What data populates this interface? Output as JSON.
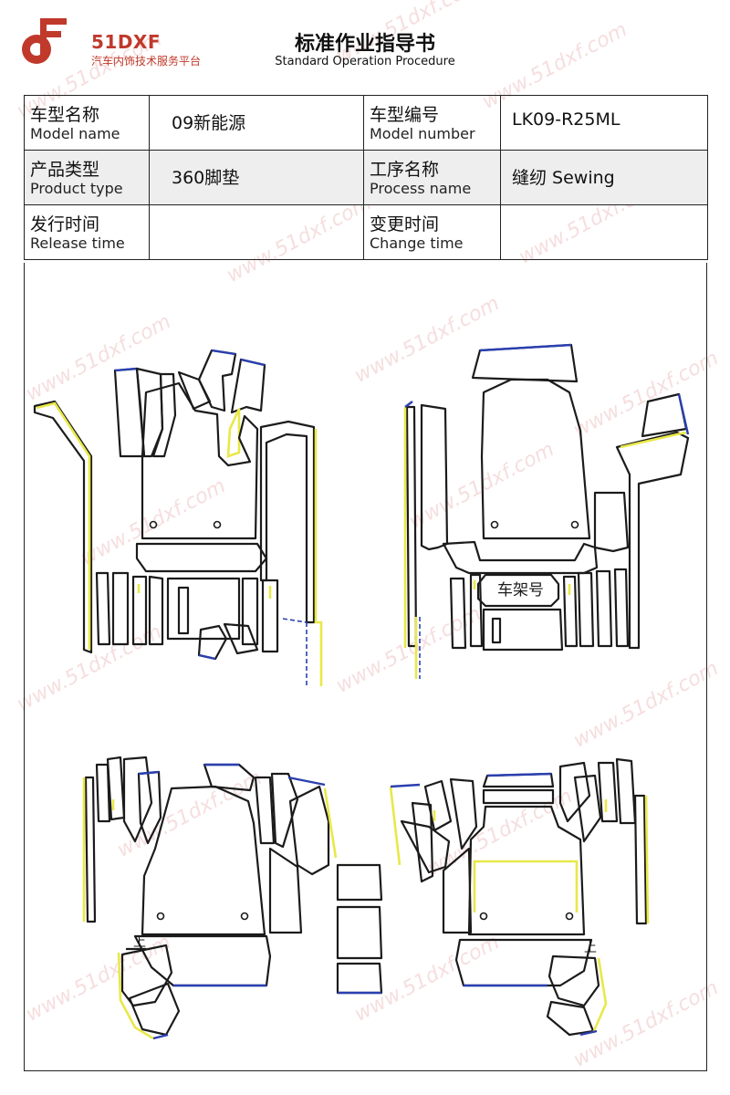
{
  "brand": {
    "name": "51DXF",
    "tagline": "汽车内饰技术服务平台",
    "color": "#c0392b"
  },
  "document": {
    "title": "标准作业指导书",
    "subtitle": "Standard Operation Procedure"
  },
  "watermark": {
    "text": "www.51dxf.com",
    "short_text": "51dxf.com"
  },
  "info_table": {
    "model_name_zh": "车型名称",
    "model_name_en": "Model name",
    "model_name_value": "09新能源",
    "model_number_zh": "车型编号",
    "model_number_en": "Model number",
    "model_number_value": "LK09-R25ML",
    "product_type_zh": "产品类型",
    "product_type_en": "Product type",
    "product_type_value": "360脚垫",
    "process_name_zh": "工序名称",
    "process_name_en": "Process name",
    "process_name_value": "缝纫 Sewing",
    "release_time_zh": "发行时间",
    "release_time_en": "Release time",
    "release_time_value": "",
    "change_time_zh": "变更时间",
    "change_time_en": "Change time",
    "change_time_value": ""
  },
  "drawing": {
    "frame_label": "车架号",
    "up_mark_left": "上",
    "up_mark_right": "上",
    "colors": {
      "outline": "#1b1b1b",
      "edge_yellow": "#e8e84a",
      "edge_blue": "#2a3fb0"
    }
  }
}
